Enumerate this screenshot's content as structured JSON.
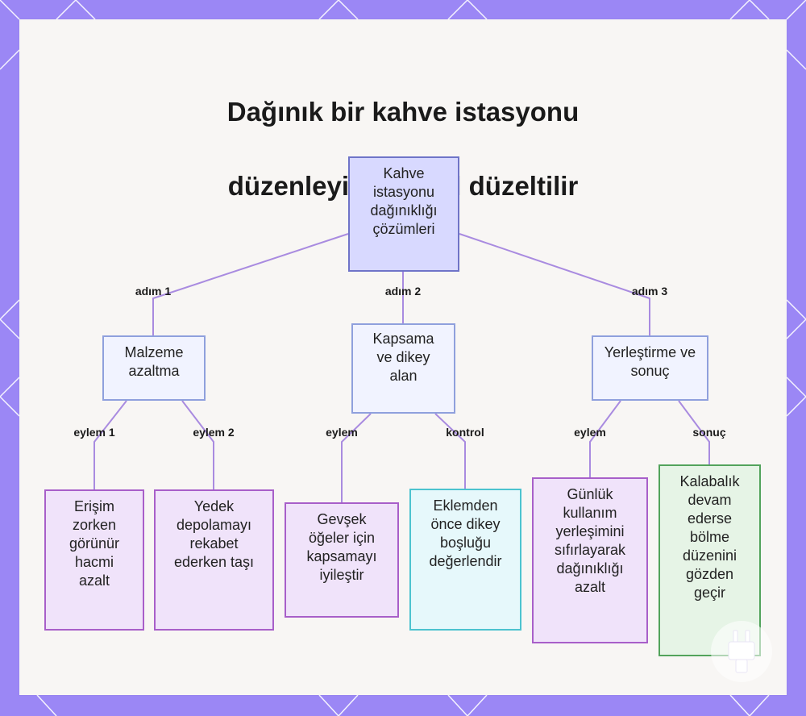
{
  "title": [
    "Dağınık bir kahve istasyonu",
    "düzenleyicisi nasıl düzeltilir"
  ],
  "colors": {
    "frame": "#9b87f5",
    "card": "#f8f6f4",
    "edge": "#a98be0"
  },
  "nodes": {
    "root": "Kahve istasyonu dağınıklığı çözümleri",
    "mid1": "Malzeme azaltma",
    "mid2": "Kapsama ve dikey alan",
    "mid3": "Yerleştirme ve sonuç",
    "leaf1": "Erişim zorken görünür hacmi azalt",
    "leaf2": "Yedek depolamayı rekabet ederken taşı",
    "leaf3": "Gevşek öğeler için kapsamayı iyileştir",
    "leaf4": "Eklemden önce dikey boşluğu değerlendir",
    "leaf5": "Günlük kullanım yerleşimini sıfırlayarak dağınıklığı azalt",
    "leaf6": "Kalabalık devam ederse bölme düzenini gözden geçir"
  },
  "edge_labels": {
    "e1": "adım 1",
    "e2": "adım 2",
    "e3": "adım 3",
    "e4": "eylem 1",
    "e5": "eylem 2",
    "e6": "eylem",
    "e7": "kontrol",
    "e8": "eylem",
    "e9": "sonuç"
  },
  "logo_icon": "plug-icon"
}
